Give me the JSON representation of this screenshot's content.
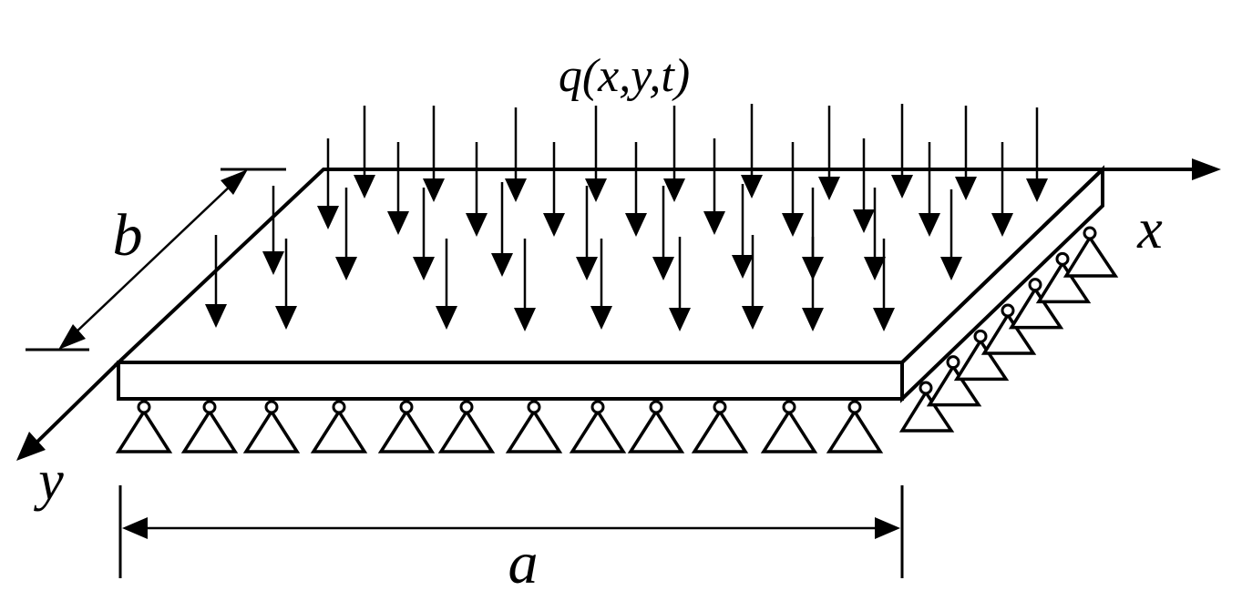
{
  "labels": {
    "load": "q(x,y,t)",
    "x_axis": "x",
    "y_axis": "y",
    "width": "b",
    "length": "a"
  },
  "colors": {
    "ink": "#000000",
    "background": "#ffffff"
  }
}
